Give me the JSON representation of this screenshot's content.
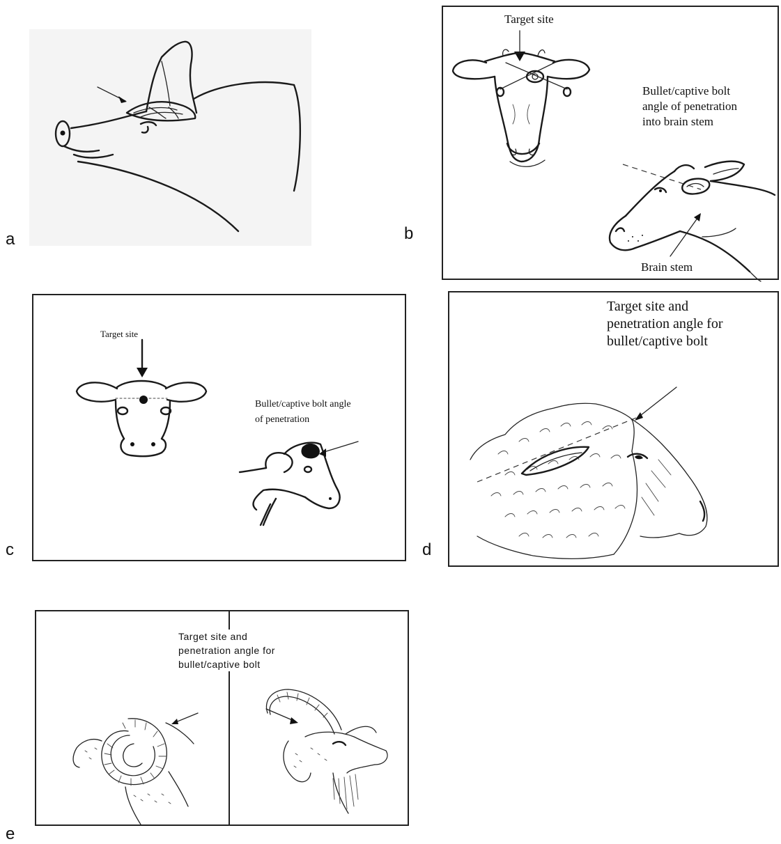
{
  "panels": {
    "a": {
      "letter": "a"
    },
    "b": {
      "letter": "b",
      "target_label": "Target site",
      "angle_label": "Bullet/captive bolt\nangle of penetration\ninto brain stem",
      "brainstem_label": "Brain stem"
    },
    "c": {
      "letter": "c",
      "target_label": "Target site",
      "angle_label": "Bullet/captive bolt angle\nof penetration"
    },
    "d": {
      "letter": "d",
      "label": "Target site and\npenetration angle for\nbullet/captive bolt"
    },
    "e": {
      "letter": "e",
      "label": "Target site and\npenetration angle for\nbullet/captive bolt"
    }
  },
  "colors": {
    "ink": "#1a1a1a",
    "panel_a_background": "#f4f4f4"
  }
}
